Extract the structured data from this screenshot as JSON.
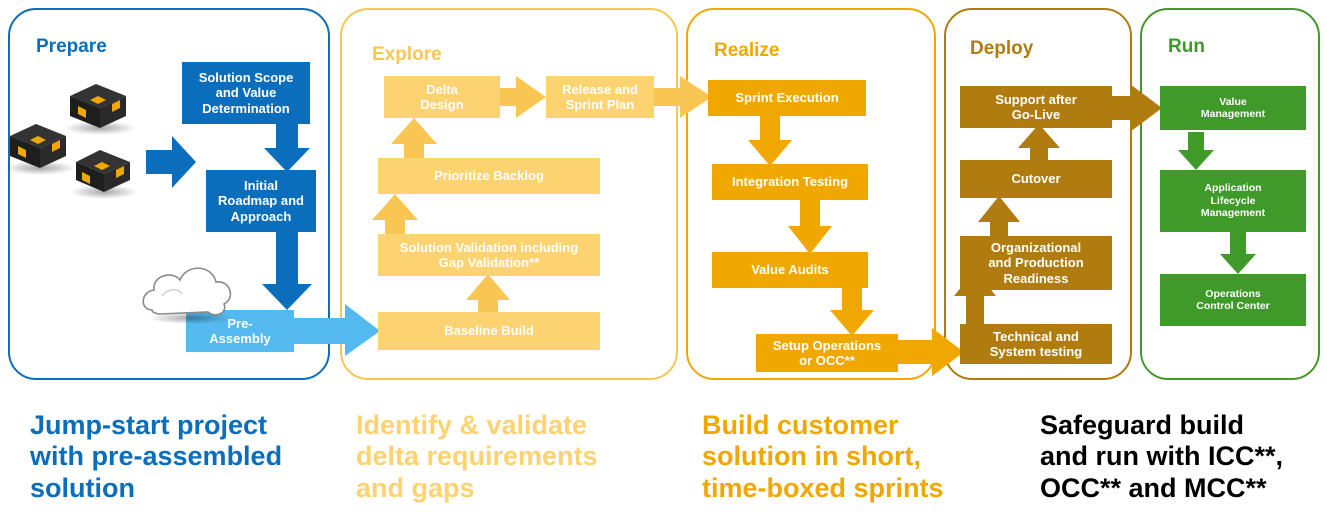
{
  "colors": {
    "prepare": "#0a6ebd",
    "prepare_light": "#54b9ee",
    "explore": "#f9c653",
    "explore_box": "#fdd270",
    "realize": "#f0a800",
    "deploy": "#b07c10",
    "run": "#3f9a2a"
  },
  "phases": {
    "prepare": {
      "title": "Prepare",
      "steps": [
        "Solution Scope\nand Value\nDetermination",
        "Initial\nRoadmap and\nApproach",
        "Pre-\nAssembly"
      ],
      "icons": [
        "box-icon",
        "cloud-icon"
      ]
    },
    "explore": {
      "title": "Explore",
      "steps": [
        "Delta\nDesign",
        "Release and\nSprint Plan",
        "Prioritize Backlog",
        "Solution Validation including\nGap Validation**",
        "Baseline Build"
      ]
    },
    "realize": {
      "title": "Realize",
      "steps": [
        "Sprint Execution",
        "Integration Testing",
        "Value Audits",
        "Setup Operations\nor OCC**"
      ]
    },
    "deploy": {
      "title": "Deploy",
      "steps": [
        "Support after\nGo-Live",
        "Cutover",
        "Organizational\nand Production\nReadiness",
        "Technical and\nSystem testing"
      ]
    },
    "run": {
      "title": "Run",
      "steps": [
        "Value\nManagement",
        "Application\nLifecycle\nManagement",
        "Operations\nControl Center"
      ]
    }
  },
  "taglines": {
    "prepare": "Jump-start project\nwith pre-assembled\nsolution",
    "explore": "Identify & validate\ndelta requirements\nand gaps",
    "realize": "Build customer\nsolution in short,\ntime-boxed sprints",
    "deploy_run": "Safeguard build\nand run with ICC**,\nOCC** and MCC**"
  }
}
